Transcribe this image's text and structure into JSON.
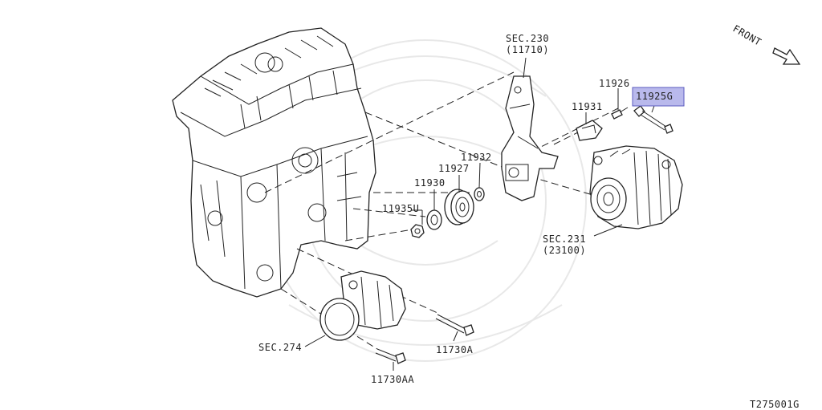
{
  "labels": {
    "front": "FRONT",
    "sec230_a": "SEC.230",
    "sec230_b": "(11710)",
    "p11926": "11926",
    "p11925g": "11925G",
    "p11931": "11931",
    "p11932": "11932",
    "p11927": "11927",
    "p11930": "11930",
    "p11935u": "11935U",
    "sec231_a": "SEC.231",
    "sec231_b": "(23100)",
    "sec274": "SEC.274",
    "p11730a": "11730A",
    "p11730aa": "11730AA",
    "diagram_id": "T275001G"
  },
  "colors": {
    "line": "#222222",
    "highlight_fill": "#b9b9ec",
    "highlight_border": "#5b5bbf",
    "watermark": "#e8e8e8"
  }
}
